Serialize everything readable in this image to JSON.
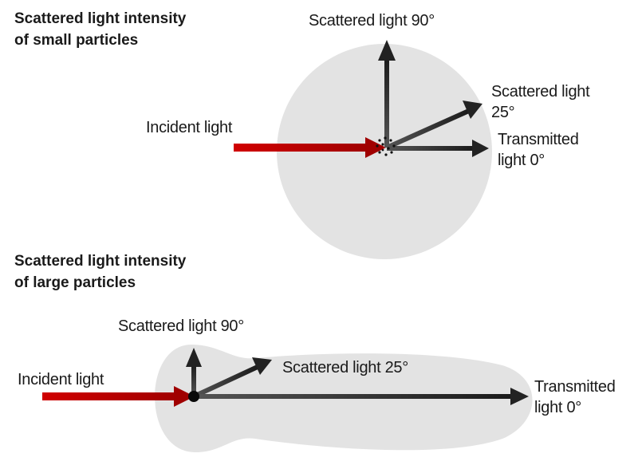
{
  "small": {
    "title_line1": "Scattered light intensity",
    "title_line2": "of small particles",
    "incident": "Incident light",
    "s90": "Scattered light 90°",
    "s25_line1": "Scattered light",
    "s25_line2": "25°",
    "t0_line1": "Transmitted",
    "t0_line2": "light 0°"
  },
  "large": {
    "title_line1": "Scattered light intensity",
    "title_line2": "of large particles",
    "incident": "Incident light",
    "s90": "Scattered light 90°",
    "s25": "Scattered light 25°",
    "t0_line1": "Transmitted",
    "t0_line2": "light 0°"
  },
  "colors": {
    "incident": "#c00000",
    "pattern": "#e3e3e3",
    "arrow": "#222222"
  }
}
